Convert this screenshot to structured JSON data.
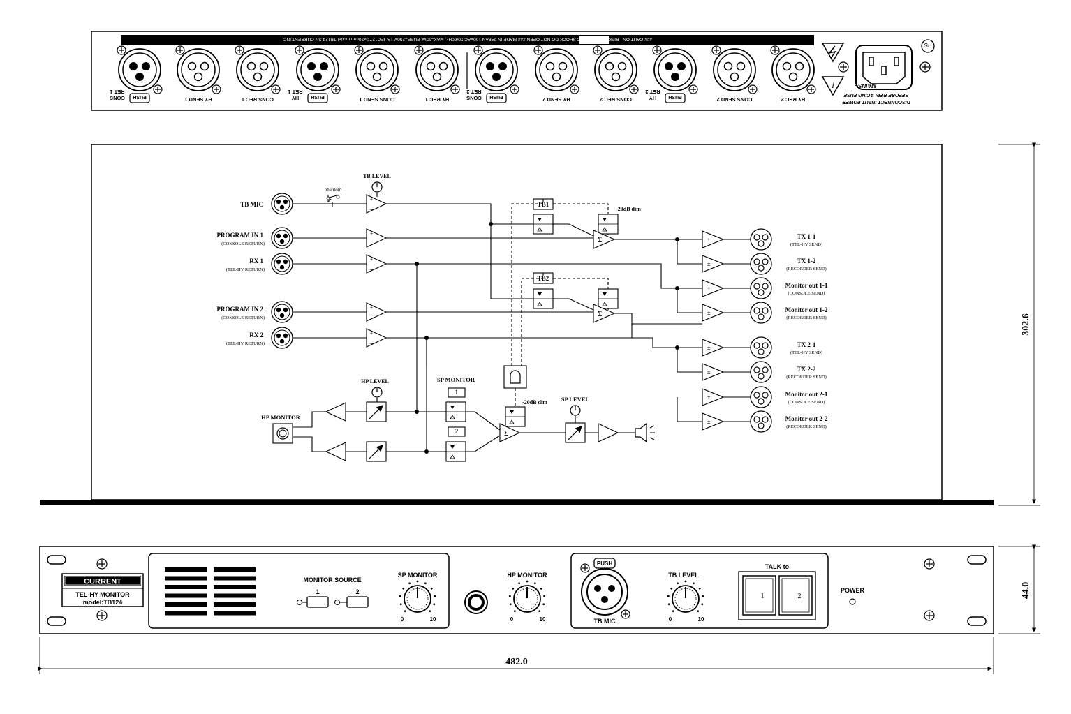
{
  "rear_panel": {
    "banner": "### CAUTION ! RISK OF ELECTRIC SHOCK DO NOT OPEN ###  MADE IN JAPAN  100VAC 50/60Hz, MAX=15W, FUSE=250V 1A, IEC127 5x20mm  model:TB124 SN  CURRENT,INC.",
    "connectors": [
      {
        "label": "CONS RET 1",
        "type": "female",
        "push": true
      },
      {
        "label": "HY SEND 1",
        "type": "male"
      },
      {
        "label": "CONS REC 1",
        "type": "male"
      },
      {
        "label": "HY RET 1",
        "type": "female",
        "push": true
      },
      {
        "label": "CONS SEND 1",
        "type": "male"
      },
      {
        "label": "HY REC 1",
        "type": "male"
      },
      {
        "label": "CONS RET 2",
        "type": "female",
        "push": true
      },
      {
        "label": "HY SEND 2",
        "type": "male"
      },
      {
        "label": "CONS REC 2",
        "type": "male"
      },
      {
        "label": "HY RET 2",
        "type": "female",
        "push": true
      },
      {
        "label": "CONS SEND 2",
        "type": "male"
      },
      {
        "label": "HY REC 2",
        "type": "male"
      }
    ],
    "push_label": "PUSH",
    "mains_label": "MAINS~",
    "fuse_warning_1": "BEFORE REPLACING FUSE",
    "fuse_warning_2": "DISCONNECT INPUT POWER"
  },
  "block_diagram": {
    "inputs": [
      {
        "name": "TB MIC",
        "sub": ""
      },
      {
        "name": "PROGRAM IN 1",
        "sub": "(CONSOLE RETURN)"
      },
      {
        "name": "RX 1",
        "sub": "(TEL-HY RETURN)"
      },
      {
        "name": "PROGRAM IN 2",
        "sub": "(CONSOLE RETURN)"
      },
      {
        "name": "RX 2",
        "sub": "(TEL-HY RETURN)"
      }
    ],
    "outputs": [
      {
        "name": "TX 1-1",
        "sub": "(TEL-HY SEND)"
      },
      {
        "name": "TX 1-2",
        "sub": "(RECORDER SEND)"
      },
      {
        "name": "Monitor out 1-1",
        "sub": "(CONSOLE SEND)"
      },
      {
        "name": "Monitor out 1-2",
        "sub": "(RECORDER SEND)"
      },
      {
        "name": "TX 2-1",
        "sub": "(TEL-HY SEND)"
      },
      {
        "name": "TX 2-2",
        "sub": "(RECORDER SEND)"
      },
      {
        "name": "Monitor out 2-1",
        "sub": "(CONSOLE SEND)"
      },
      {
        "name": "Monitor out 2-2",
        "sub": "(RECORDER SEND)"
      }
    ],
    "phantom": "phantom",
    "tb_level": "TB LEVEL",
    "tb1": "TB1",
    "tb2": "TB2",
    "dim": "-20dB dim",
    "hp_level": "HP LEVEL",
    "hp_monitor": "HP MONITOR",
    "sp_monitor": "SP MONITOR",
    "sp_level": "SP LEVEL",
    "sel_1": "1",
    "sel_2": "2",
    "sum": "Σ",
    "plus_minus": "±"
  },
  "front_panel": {
    "brand": "CURRENT",
    "model_line1": "TEL-HY MONITOR",
    "model_line2": "model:TB124",
    "monitor_source": "MONITOR SOURCE",
    "src_1": "1",
    "src_2": "2",
    "sp_monitor": "SP MONITOR",
    "hp_monitor": "HP MONITOR",
    "push": "PUSH",
    "tb_mic": "TB MIC",
    "tb_level": "TB LEVEL",
    "talk_to": "TALK to",
    "talk_1": "1",
    "talk_2": "2",
    "power": "POWER",
    "scale_min": "0",
    "scale_max": "10"
  },
  "dimensions": {
    "depth": "302.6",
    "height": "44.0",
    "width": "482.0"
  }
}
